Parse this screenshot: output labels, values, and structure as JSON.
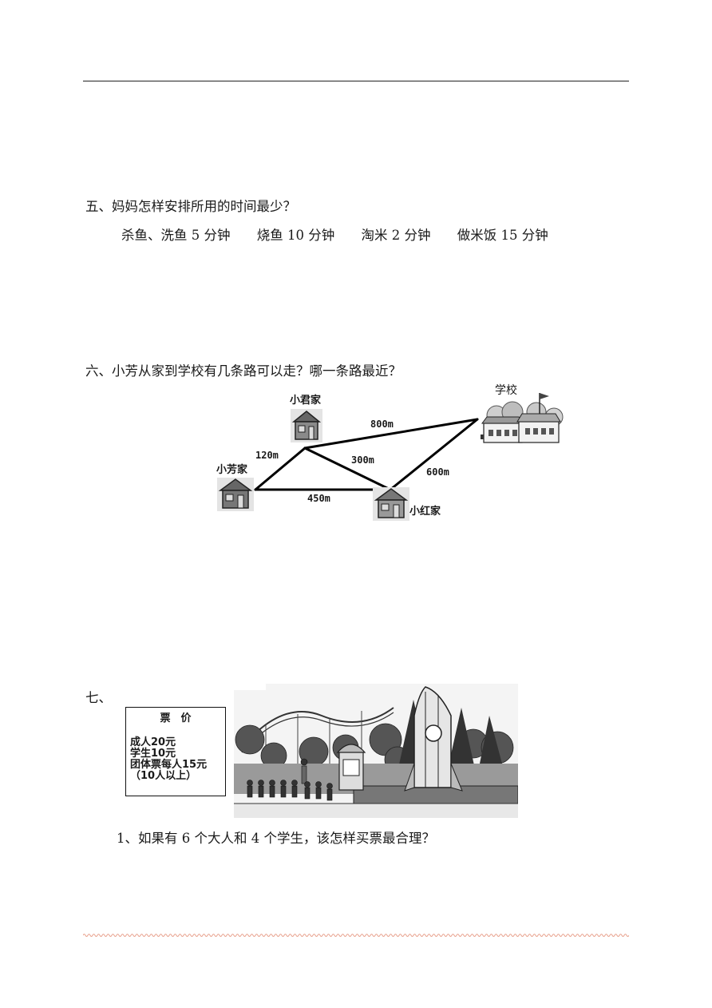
{
  "q5": {
    "title": "五、妈妈怎样安排所用的时间最少？",
    "items": [
      "杀鱼、洗鱼 5 分钟",
      "烧鱼 10 分钟",
      "淘米 2 分钟",
      "做米饭 15 分钟"
    ]
  },
  "q6": {
    "title": "六、小芳从家到学校有几条路可以走？哪一条路最近？",
    "map": {
      "xiaojun": "小君家",
      "school": "学校",
      "xiaofang": "小芳家",
      "xiaohong": "小红家",
      "d_jun_school": "800m",
      "d_fang_jun": "120m",
      "d_jun_hong": "300m",
      "d_hong_school": "600m",
      "d_fang_hong": "450m"
    }
  },
  "q7": {
    "title": "七、",
    "price_board": {
      "heading": "票　价",
      "adult": "成人20元",
      "student": "学生10元",
      "group": "团体票每人15元",
      "group_note": "（10人以上）"
    },
    "sub1": "1、如果有 6 个大人和 4 个学生，该怎样买票最合理？"
  },
  "colors": {
    "wave": "#e8a08c",
    "ink": "#1a1a1a"
  }
}
